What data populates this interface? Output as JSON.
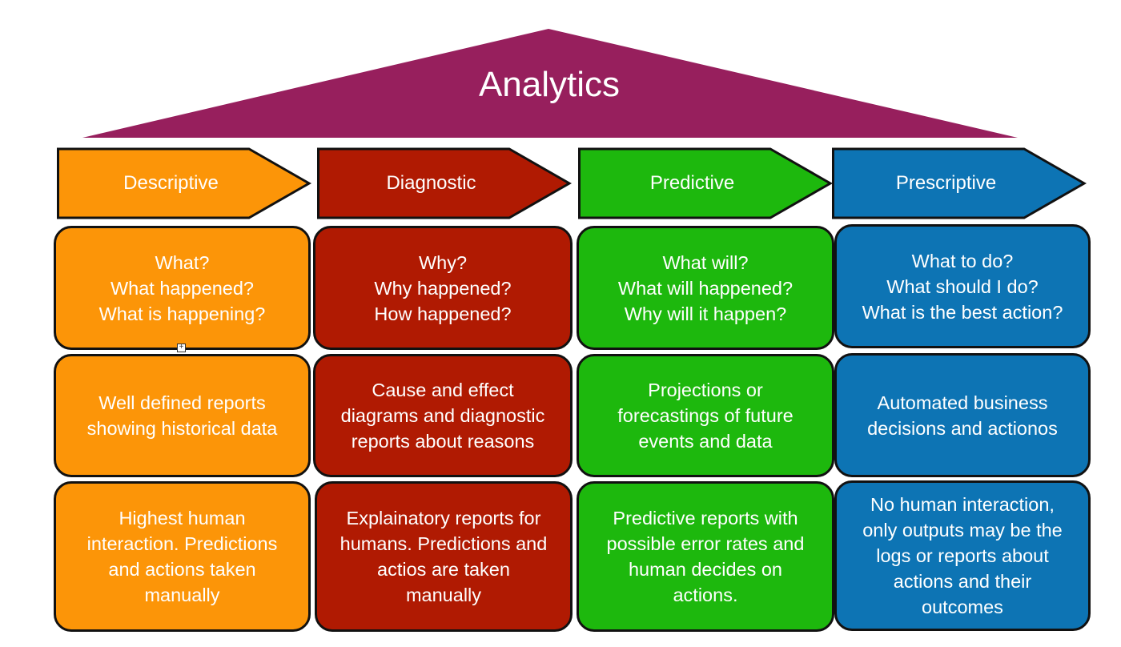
{
  "title": "Analytics",
  "colors": {
    "roof": "#971f5d",
    "descriptive": "#fc9508",
    "diagnostic": "#b01a02",
    "predictive": "#1db80d",
    "prescriptive": "#0d74b4"
  },
  "columns": [
    {
      "key": "descriptive",
      "header": "Descriptive",
      "questions": "What?\nWhat happened?\nWhat is happening?",
      "output": "Well defined reports\nshowing historical data",
      "interaction": "Highest human\ninteraction. Predictions\nand actions taken\nmanually"
    },
    {
      "key": "diagnostic",
      "header": "Diagnostic",
      "questions": "Why?\nWhy happened?\nHow happened?",
      "output": "Cause and effect\ndiagrams and diagnostic\nreports about reasons",
      "interaction": "Explainatory reports for\nhumans. Predictions and\nactios are taken\nmanually"
    },
    {
      "key": "predictive",
      "header": "Predictive",
      "questions": "What will?\nWhat will happened?\nWhy will it happen?",
      "output": "Projections or\nforecastings of future\nevents and data",
      "interaction": "Predictive reports with\npossible error rates and\nhuman decides on\nactions."
    },
    {
      "key": "prescriptive",
      "header": "Prescriptive",
      "questions": "What to do?\nWhat should I do?\nWhat is the best action?",
      "output": "Automated business\ndecisions and actionos",
      "interaction": "No human interaction,\nonly outputs may be the\nlogs or reports about\nactions and their\noutcomes"
    }
  ]
}
